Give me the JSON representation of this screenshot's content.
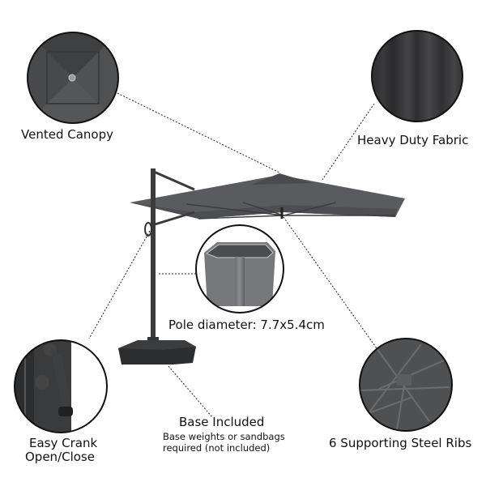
{
  "infographic": {
    "product": "cantilever patio umbrella",
    "colors": {
      "background": "#ffffff",
      "canopy": "#55575a",
      "canopy_dark": "#3f4043",
      "frame": "#2e2f31",
      "callout_border": "#111111",
      "text": "#111111"
    },
    "callouts": [
      {
        "id": "vented-canopy",
        "label": "Vented Canopy"
      },
      {
        "id": "heavy-duty-fabric",
        "label": "Heavy Duty Fabric"
      },
      {
        "id": "pole-diameter",
        "label": "Pole diameter: 7.7x5.4cm"
      },
      {
        "id": "easy-crank",
        "label_line1": "Easy Crank",
        "label_line2": "Open/Close"
      },
      {
        "id": "base-included",
        "label": "Base Included",
        "note_line1": "Base weights or sandbags",
        "note_line2": "required (not included)"
      },
      {
        "id": "steel-ribs",
        "label": "6 Supporting Steel Ribs"
      }
    ]
  }
}
